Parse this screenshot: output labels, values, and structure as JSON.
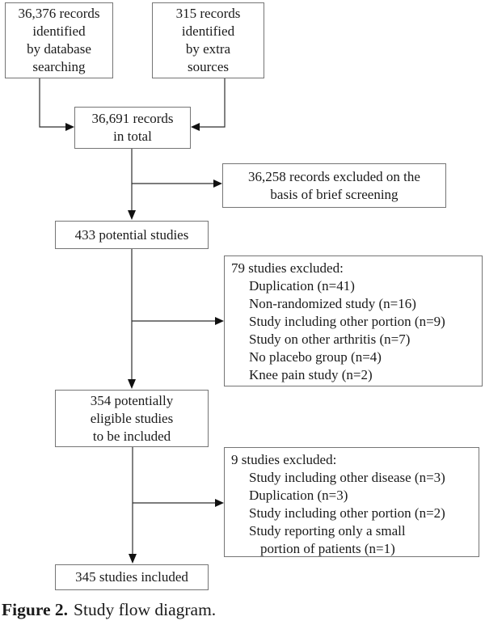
{
  "diagram": {
    "caption": {
      "label": "Figure 2.",
      "text": "Study flow diagram."
    },
    "boxes": {
      "db_records": {
        "lines": [
          "36,376 records",
          "identified",
          "by database",
          "searching"
        ]
      },
      "extra_records": {
        "lines": [
          "315 records",
          "identified",
          "by extra",
          "sources"
        ]
      },
      "total_records": {
        "lines": [
          "36,691 records",
          "in total"
        ]
      },
      "brief_screening_excluded": {
        "lines": [
          "36,258 records excluded on the",
          "basis of brief screening"
        ]
      },
      "potential_studies": {
        "lines": [
          "433 potential studies"
        ]
      },
      "excluded_79": {
        "header": "79 studies excluded:",
        "items": [
          "Duplication (n=41)",
          "Non-randomized study (n=16)",
          "Study including other portion (n=9)",
          "Study on other arthritis (n=7)",
          "No placebo group (n=4)",
          "Knee pain study (n=2)"
        ]
      },
      "eligible_studies": {
        "lines": [
          "354 potentially",
          "eligible studies",
          "to be included"
        ]
      },
      "excluded_9": {
        "header": "9 studies excluded:",
        "items": [
          "Study including other disease (n=3)",
          "Duplication (n=3)",
          "Study including other portion (n=2)",
          "Study reporting only a small",
          "portion of patients (n=1)"
        ]
      },
      "included_studies": {
        "lines": [
          "345 studies included"
        ]
      }
    }
  }
}
